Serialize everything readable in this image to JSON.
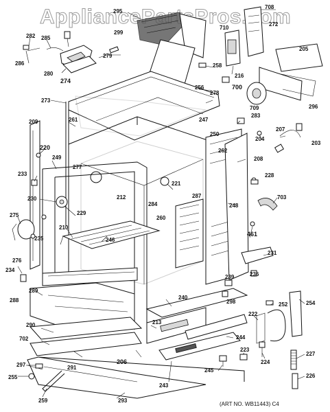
{
  "watermark": "AppliancePartsPros.com",
  "art_number": "(ART NO. WB11443) C4",
  "callouts": [
    "295",
    "708",
    "710",
    "272",
    "205",
    "282",
    "285",
    "299",
    "279",
    "286",
    "280",
    "274",
    "258",
    "216",
    "700",
    "709",
    "296",
    "273",
    "256",
    "278",
    "261",
    "209",
    "247",
    "250",
    "283",
    "204",
    "207",
    "203",
    "220",
    "249",
    "277",
    "262",
    "208",
    "233",
    "221",
    "228",
    "230",
    "212",
    "284",
    "287",
    "703",
    "229",
    "248",
    "275",
    "210",
    "246",
    "260",
    "461",
    "235",
    "231",
    "276",
    "234",
    "239",
    "236",
    "298",
    "288",
    "289",
    "240",
    "252",
    "254",
    "290",
    "213",
    "222",
    "291",
    "702",
    "244",
    "223",
    "224",
    "297",
    "206",
    "227",
    "255",
    "243",
    "245",
    "226",
    "293",
    "259"
  ]
}
